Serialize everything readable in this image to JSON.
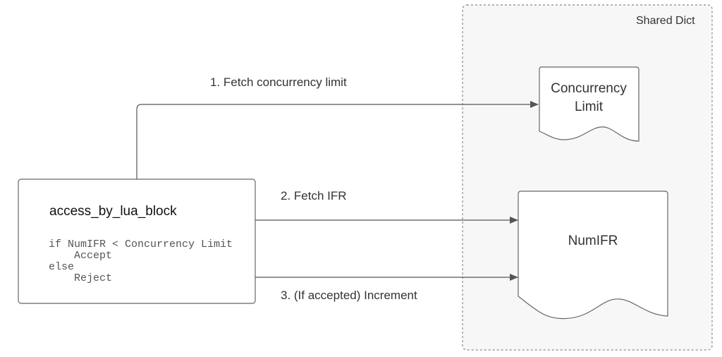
{
  "shared_dict": {
    "title": "Shared Dict",
    "concurrency_limit_label": "Concurrency Limit",
    "num_ifr_label": "NumIFR"
  },
  "block": {
    "title": "access_by_lua_block",
    "code": [
      "if NumIFR < Concurrency Limit",
      "Accept",
      "else",
      "Reject"
    ]
  },
  "edges": {
    "fetch_limit": "1. Fetch concurrency limit",
    "fetch_ifr": "2. Fetch IFR",
    "increment": "3. (If accepted) Increment"
  },
  "colors": {
    "line": "#555555",
    "group_border": "#888888",
    "group_fill": "#f7f7f7",
    "box_border": "#666666"
  }
}
